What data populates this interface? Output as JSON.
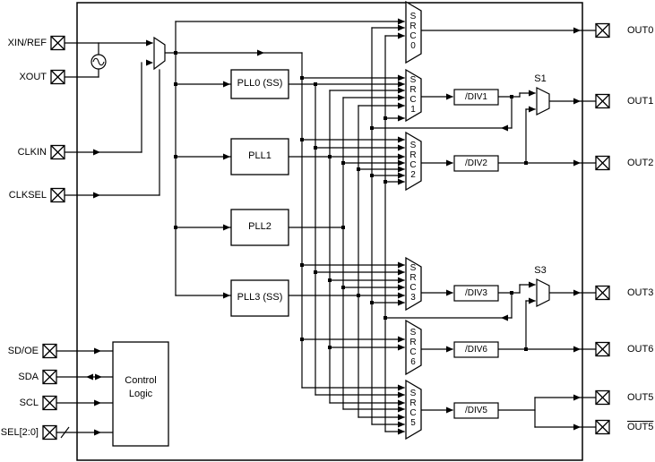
{
  "pins": {
    "left": [
      "XIN/REF",
      "XOUT",
      "CLKIN",
      "CLKSEL",
      "SD/OE",
      "SDA",
      "SCL",
      "SEL[2:0]"
    ],
    "right": [
      "OUT0",
      "OUT1",
      "OUT2",
      "OUT3",
      "OUT6",
      "OUT5",
      "OUT5"
    ]
  },
  "blocks": {
    "pll0": "PLL0 (SS)",
    "pll1": "PLL1",
    "pll2": "PLL2",
    "pll3": "PLL3 (SS)",
    "control": "Control Logic"
  },
  "muxes": {
    "src0": "SRC0",
    "src1": "SRC1",
    "src2": "SRC2",
    "src3": "SRC3",
    "src6": "SRC6",
    "src5": "SRC5",
    "s1": "S1",
    "s3": "S3"
  },
  "dividers": {
    "div1": "/DIV1",
    "div2": "/DIV2",
    "div3": "/DIV3",
    "div6": "/DIV6",
    "div5": "/DIV5"
  },
  "colors": {
    "line": "#000000",
    "background": "#ffffff"
  }
}
